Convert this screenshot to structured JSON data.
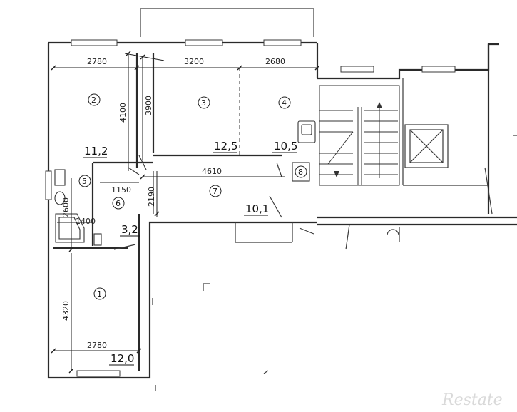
{
  "rooms": [
    {
      "id": "r1",
      "number": "1"
    },
    {
      "id": "r2",
      "number": "2"
    },
    {
      "id": "r3",
      "number": "3"
    },
    {
      "id": "r4",
      "number": "4"
    },
    {
      "id": "r5",
      "number": "5"
    },
    {
      "id": "r6",
      "number": "6"
    },
    {
      "id": "r7",
      "number": "7"
    },
    {
      "id": "r8",
      "number": "8"
    }
  ],
  "areas": {
    "room_2_3_hall": "11,2",
    "room_3": "12,5",
    "room_4": "10,5",
    "room_7": "10,1",
    "room_5_6": "3,2",
    "room_1": "12,0"
  },
  "dimensions": {
    "top_left_width": "2780",
    "top_mid_width": "3200",
    "top_right_width": "2680",
    "room2_height": "4100",
    "room3_height": "3900",
    "corridor_width": "4610",
    "corridor_small": "1150",
    "corridor_height": "2190",
    "bath_height": "2600",
    "bath_width": "1400",
    "room1_height": "4320",
    "bottom_width": "2780"
  },
  "watermark": {
    "text": "Restate"
  }
}
